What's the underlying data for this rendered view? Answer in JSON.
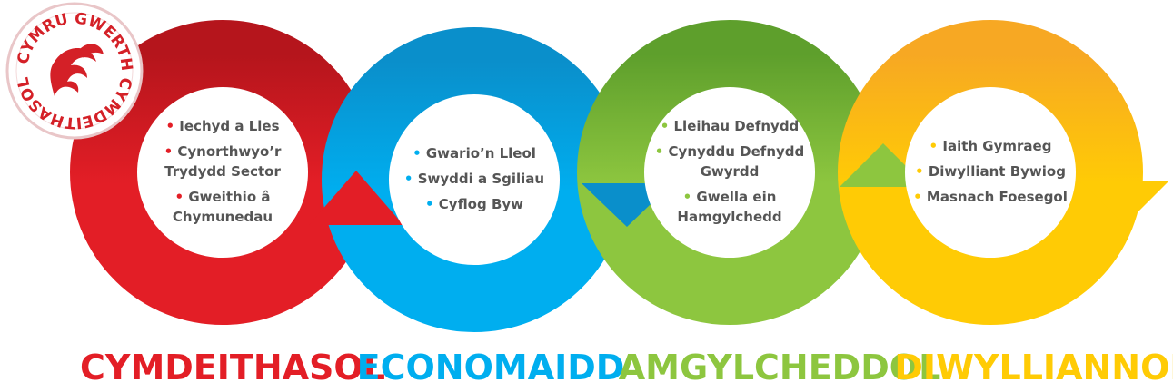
{
  "logo": {
    "text": "CYMRU GWERTH CYMDEITHASOL",
    "color": "#d42027"
  },
  "stages": [
    {
      "id": "social",
      "title": "CYMDEITHASOL",
      "color": "#e31e26",
      "color_dark": "#b5151c",
      "bullet_color": "#e31e26",
      "items": [
        [
          "Iechyd a Lles"
        ],
        [
          "Cynorthwyo’r",
          "Trydydd Sector"
        ],
        [
          "Gweithio â",
          "Chymunedau"
        ]
      ]
    },
    {
      "id": "economic",
      "title": "ECONOMAIDD",
      "color": "#00aeef",
      "color_dark": "#0a8fcb",
      "bullet_color": "#00aeef",
      "items": [
        [
          "Gwario’n Lleol"
        ],
        [
          "Swyddi a Sgiliau"
        ],
        [
          "Cyflog Byw"
        ]
      ]
    },
    {
      "id": "environmental",
      "title": "AMGYLCHEDDOL",
      "color": "#8dc63f",
      "color_dark": "#5e9f2c",
      "bullet_color": "#8dc63f",
      "items": [
        [
          "Lleihau Defnydd"
        ],
        [
          "Cynyddu Defnydd",
          "Gwyrdd"
        ],
        [
          "Gwella ein",
          "Hamgylchedd"
        ]
      ]
    },
    {
      "id": "cultural",
      "title": "DIWYLLIANNOL",
      "color": "#ffcb05",
      "color_dark": "#f7a823",
      "bullet_color": "#ffcb05",
      "items": [
        [
          "Iaith Gymraeg"
        ],
        [
          "Diwylliant Bywiog"
        ],
        [
          "Masnach Foesegol"
        ]
      ]
    }
  ]
}
